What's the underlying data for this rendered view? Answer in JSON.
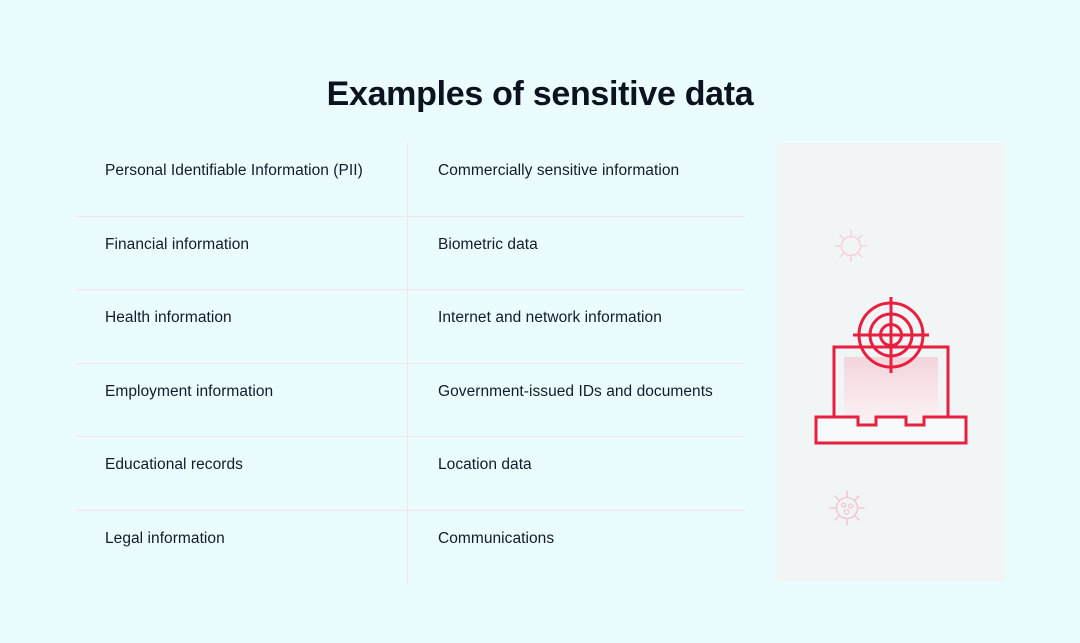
{
  "page": {
    "title": "Examples of sensitive data",
    "background_color": "#eafcfe",
    "text_color": "#141b2b",
    "accent_color": "#e8203f",
    "divider_color": "#f6e6ea",
    "panel_color": "#f2f5f6"
  },
  "grid": {
    "columns": 2,
    "rows": 6,
    "left_column": [
      {
        "label": "Personal Identifiable Information (PII)"
      },
      {
        "label": "Financial information"
      },
      {
        "label": "Health information"
      },
      {
        "label": "Employment information"
      },
      {
        "label": "Educational records"
      },
      {
        "label": "Legal information"
      }
    ],
    "right_column": [
      {
        "label": "Commercially sensitive information"
      },
      {
        "label": "Biometric data"
      },
      {
        "label": "Internet and network information"
      },
      {
        "label": "Government-issued IDs and documents"
      },
      {
        "label": "Location data"
      },
      {
        "label": "Communications"
      }
    ]
  },
  "illustration": {
    "panel_label": "sensitive-data-illustration",
    "icons": [
      {
        "name": "germ-icon-top",
        "color": "#f6d3da"
      },
      {
        "name": "germ-icon-bottom",
        "color": "#f6d3da"
      },
      {
        "name": "laptop-target-icon",
        "color": "#e8203f"
      }
    ],
    "screen_gradient": [
      "#f5dae0",
      "#fcf0f2"
    ]
  }
}
